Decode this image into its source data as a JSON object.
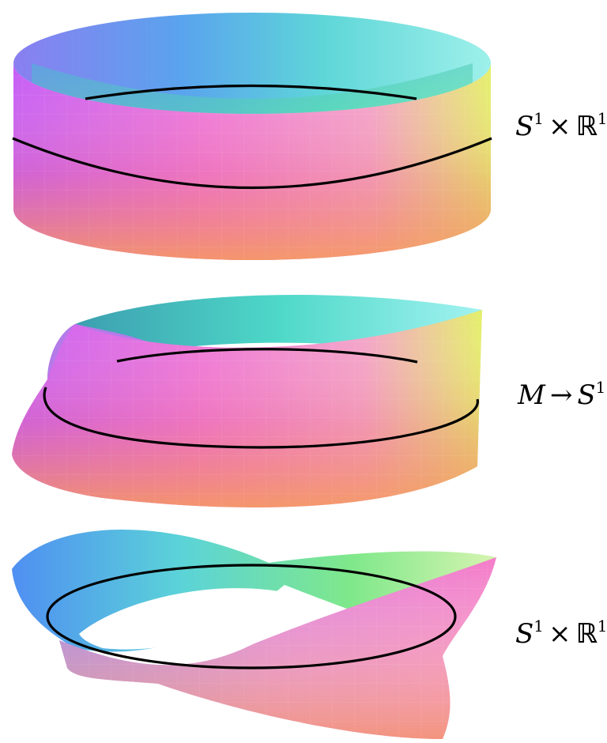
{
  "panels": [
    {
      "surface": "cylinder",
      "label": {
        "base": "S",
        "base_sup": "1",
        "operator": "×",
        "target": "ℝ",
        "target_sup": "1"
      }
    },
    {
      "surface": "mobius-band",
      "label": {
        "base": "M",
        "base_sup": "",
        "operator": "→",
        "target": "S",
        "target_sup": "1"
      }
    },
    {
      "surface": "twisted-band",
      "label": {
        "base": "S",
        "base_sup": "1",
        "operator": "×",
        "target": "ℝ",
        "target_sup": "1"
      }
    }
  ],
  "colors": {
    "magenta": "#d45cf0",
    "salmon": "#f18a8a",
    "orange": "#f6a06a",
    "cyan": "#62e0ee",
    "blue": "#5f7ff2",
    "green": "#6fe39a",
    "yellow": "#e6ec62",
    "curve": "#000000"
  }
}
